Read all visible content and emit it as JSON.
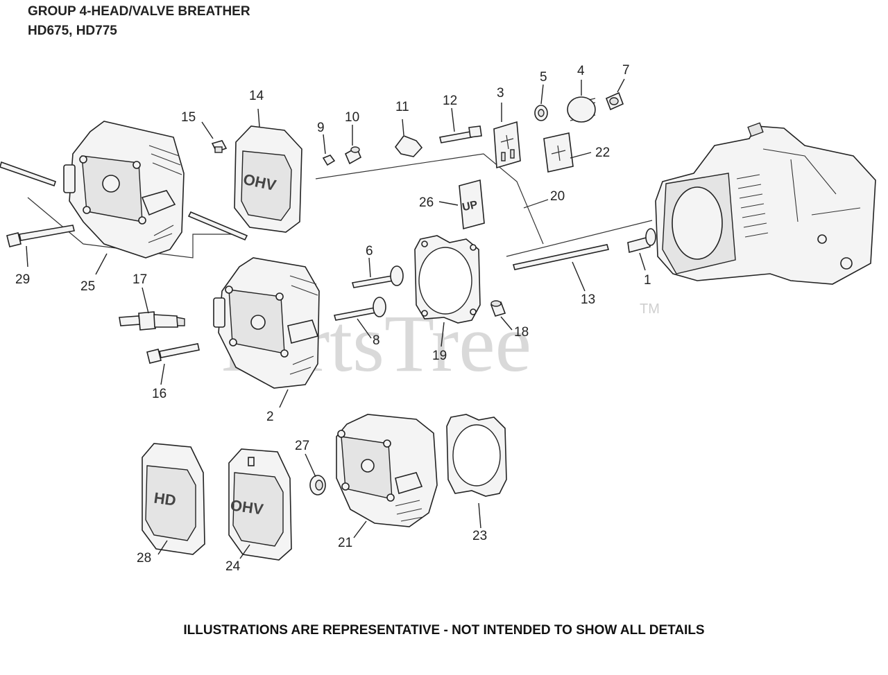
{
  "header": {
    "title_line1": "GROUP 4-HEAD/VALVE BREATHER",
    "title_line2": "HD675, HD775"
  },
  "watermark": {
    "text": "PartsTree",
    "tm": "TM"
  },
  "footer": {
    "note": "ILLUSTRATIONS ARE REPRESENTATIVE - NOT INTENDED TO SHOW ALL DETAILS"
  },
  "parts": {
    "p1": "1",
    "p2": "2",
    "p3": "3",
    "p4": "4",
    "p5": "5",
    "p6": "6",
    "p7": "7",
    "p8": "8",
    "p9": "9",
    "p10": "10",
    "p11": "11",
    "p12": "12",
    "p13": "13",
    "p14": "14",
    "p15": "15",
    "p16": "16",
    "p17": "17",
    "p18": "18",
    "p19": "19",
    "p20": "20",
    "p21": "21",
    "p22": "22",
    "p23": "23",
    "p24": "24",
    "p25": "25",
    "p26": "26",
    "p27": "27",
    "p28": "28",
    "p29": "29"
  },
  "embossed_text": {
    "valve_cover_14": "OHV",
    "valve_cover_24": "OHV",
    "valve_cover_28": "HD",
    "gasket_26": "UP"
  }
}
